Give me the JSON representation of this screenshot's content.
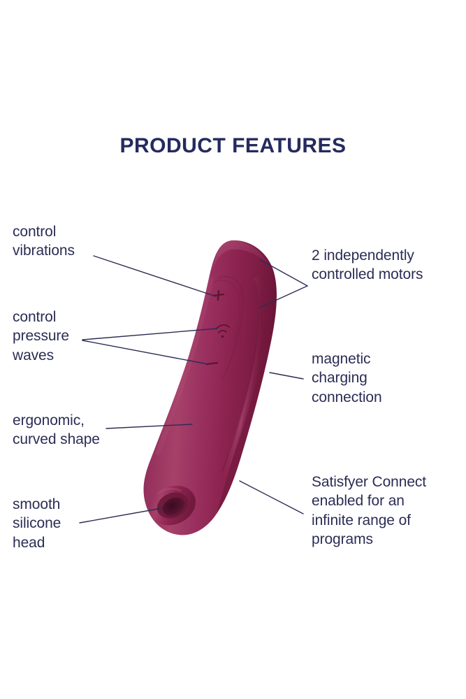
{
  "page": {
    "title": "PRODUCT FEATURES",
    "background_color": "#ffffff",
    "text_color": "#2b2d55",
    "title_color": "#252a5e"
  },
  "product": {
    "name": "curved clitoral stimulator",
    "body_color": "#8d2450",
    "highlight_color": "#a8416c",
    "shadow_color": "#6f1a3e",
    "opening_color": "#4a0f28",
    "orientation": "tilted, head at lower left",
    "controls": [
      {
        "name": "plus-button",
        "symbol": "+"
      },
      {
        "name": "connect-icon",
        "symbol": "wifi"
      },
      {
        "name": "minus-button",
        "symbol": "−"
      }
    ]
  },
  "annotations": {
    "left": [
      {
        "id": "vibrations",
        "text": "control\nvibrations"
      },
      {
        "id": "pressure",
        "text": "control\npressure\nwaves"
      },
      {
        "id": "ergonomic",
        "text": "ergonomic,\ncurved shape"
      },
      {
        "id": "silicone",
        "text": "smooth\nsilicone\nhead"
      }
    ],
    "right": [
      {
        "id": "motors",
        "text": "2 independently\ncontrolled motors"
      },
      {
        "id": "charging",
        "text": "magnetic\ncharging\nconnection"
      },
      {
        "id": "connect",
        "text": "Satisfyer Connect\nenabled for an\ninfinite range of\nprograms"
      }
    ]
  },
  "leader_lines": {
    "color": "#2b2d55",
    "width": 1.4
  }
}
